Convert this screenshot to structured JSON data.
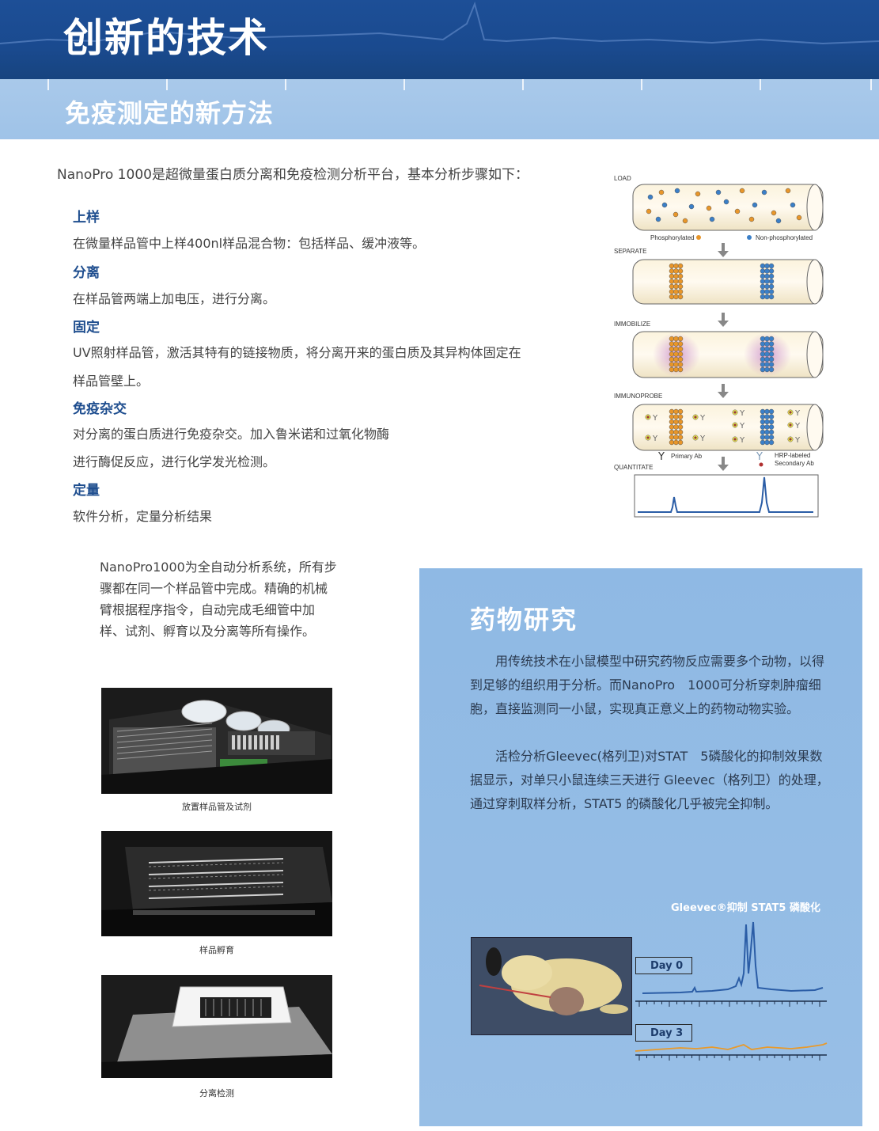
{
  "header": {
    "title": "创新的技术",
    "subtitle": "免疫测定的新方法"
  },
  "intro": "NanoPro 1000是超微量蛋白质分离和免疫检测分析平台，基本分析步骤如下：",
  "steps": [
    {
      "title": "上样",
      "lines": [
        "在微量样品管中上样400nl样品混合物：包括样品、缓冲液等。"
      ]
    },
    {
      "title": "分离",
      "lines": [
        "在样品管两端上加电压，进行分离。"
      ]
    },
    {
      "title": "固定",
      "lines": [
        "UV照射样品管，激活其特有的链接物质，将分离开来的蛋白质及其异构体固定在",
        "样品管壁上。"
      ]
    },
    {
      "title": "免疫杂交",
      "lines": [
        "对分离的蛋白质进行免疫杂交。加入鲁米诺和过氧化物酶",
        "进行酶促反应，进行化学发光检测。"
      ]
    },
    {
      "title": "定量",
      "lines": [
        "软件分析，定量分析结果"
      ]
    }
  ],
  "diagram": {
    "stages": [
      "LOAD",
      "SEPARATE",
      "IMMOBILIZE",
      "IMMUNOPROBE",
      "QUANTITATE"
    ],
    "legend_phospho": "Phosphorylated",
    "legend_nonphospho": "Non-phosphorylated",
    "legend_primary": "Primary Ab",
    "legend_hrp_1": "HRP-labeled",
    "legend_hrp_2": "Secondary Ab",
    "colors": {
      "phospho": "#e8962a",
      "nonphospho": "#3b7fc7"
    }
  },
  "auto_system": "NanoPro1000为全自动分析系统，所有步骤都在同一个样品管中完成。精确的机械臂根据程序指令，自动完成毛细管中加样、试剂、孵育以及分离等所有操作。",
  "photos": [
    {
      "caption": "放置样品管及试剂"
    },
    {
      "caption": "样品孵育"
    },
    {
      "caption": "分离检测"
    }
  ],
  "drug": {
    "title": "药物研究",
    "paragraphs": [
      "用传统技术在小鼠模型中研究药物反应需要多个动物，以得到足够的组织用于分析。而NanoPro　1000可分析穿刺肿瘤细胞，直接监测同一小鼠，实现真正意义上的药物动物实验。",
      "活检分析Gleevec(格列卫)对STAT　5磷酸化的抑制效果数据显示，对单只小鼠连续三天进行 Gleevec（格列卫）的处理，通过穿刺取样分析，STAT5 的磷酸化几乎被完全抑制。"
    ],
    "chart_title": "Gleevec®抑制 STAT5 磷酸化",
    "day0": "Day 0",
    "day3": "Day 3",
    "trace_colors": {
      "day0": "#2b5da6",
      "day3": "#e89a2c"
    }
  }
}
